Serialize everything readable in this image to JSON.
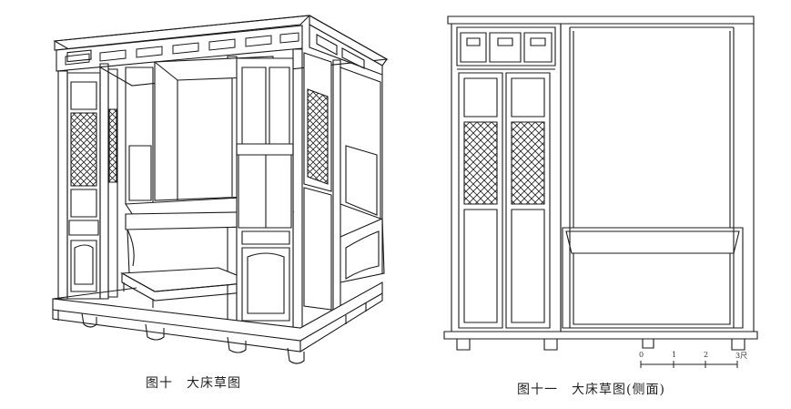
{
  "figures": [
    {
      "id": "fig10",
      "caption": "图十　大床草图"
    },
    {
      "id": "fig11",
      "caption": "图十一　大床草图(侧面)"
    }
  ],
  "scale_bar": {
    "ticks": [
      "0",
      "1",
      "2",
      "3尺"
    ]
  }
}
